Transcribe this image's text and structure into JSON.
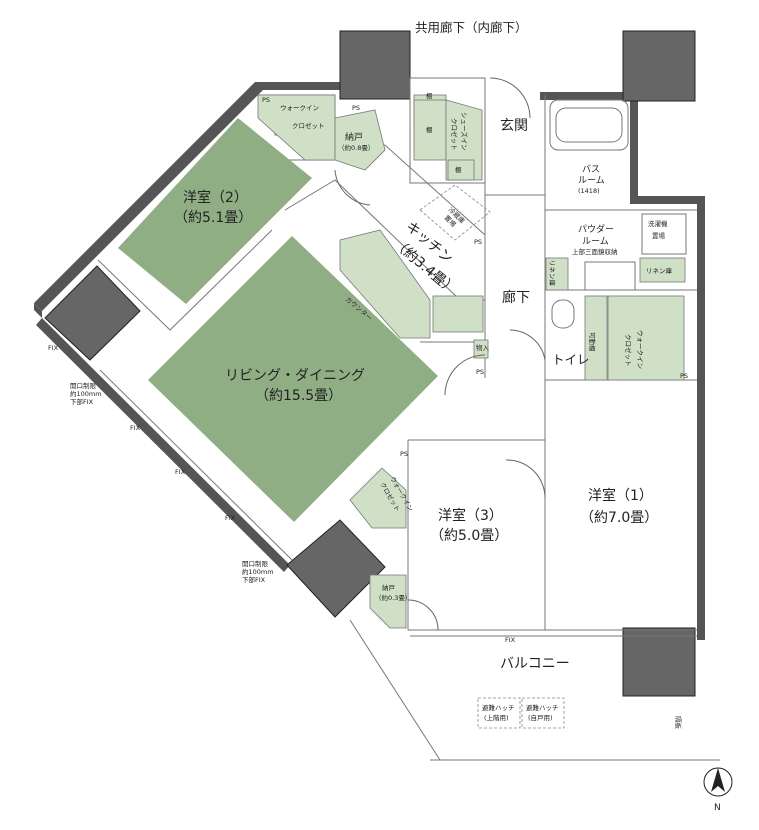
{
  "corridor_label": "共用廊下（内廊下）",
  "rooms": {
    "western2_name": "洋室（2）",
    "western2_size": "（約5.1畳）",
    "living_name": "リビング・ダイニング",
    "living_size": "（約15.5畳）",
    "kitchen_name": "キッチン",
    "kitchen_size": "（約3.4畳）",
    "western3_name": "洋室（3）",
    "western3_size": "（約5.0畳）",
    "western1_name": "洋室（1）",
    "western1_size": "（約7.0畳）",
    "entrance": "玄関",
    "hallway": "廊下",
    "toilet": "トイレ",
    "bath_name": "バス",
    "bath_name2": "ルーム",
    "bath_size": "(1418)",
    "powder_name": "パウダー",
    "powder_name2": "ルーム",
    "powder_note": "上部三面鏡収納",
    "balcony": "バルコニー",
    "storage_name": "納戸",
    "storage_size": "（約0.8畳）",
    "storage2_name": "納戸",
    "storage2_size": "（約0.3畳）"
  },
  "closets": {
    "walkin_top": "ウォークイン",
    "closet_top": "クロゼット",
    "shoes_in": "シューズイン",
    "shoes_closet": "クロゼット",
    "shelf": "棚",
    "linen1": "リネン庫",
    "linen2": "リネン庫",
    "walkin_right": "ウォークイン",
    "closet_right": "クロゼット",
    "walkin_w3": "ウォークイン",
    "closet_w3": "クロゼット",
    "storeroom": "物入",
    "washer": "洗濯機",
    "washer2": "置場",
    "fridge": "冷蔵庫",
    "fridge2": "置場",
    "counter": "カウンター",
    "shelf_door": "可動棚"
  },
  "marks": {
    "ps": "PS",
    "fix": "FIX"
  },
  "notes": {
    "opening_a": "開口制限",
    "opening_b": "約100mm",
    "opening_c": "下部FIX",
    "hatch1_a": "避難ハッチ",
    "hatch1_b": "(上階用)",
    "hatch2_a": "避難ハッチ",
    "hatch2_b": "(自戸用)",
    "partition": "隔板"
  },
  "compass": {
    "label": "N"
  },
  "colors": {
    "tatami": "#8fae84",
    "closet": "#cfe0c6",
    "wall": "#555555",
    "pillar": "#666666"
  }
}
